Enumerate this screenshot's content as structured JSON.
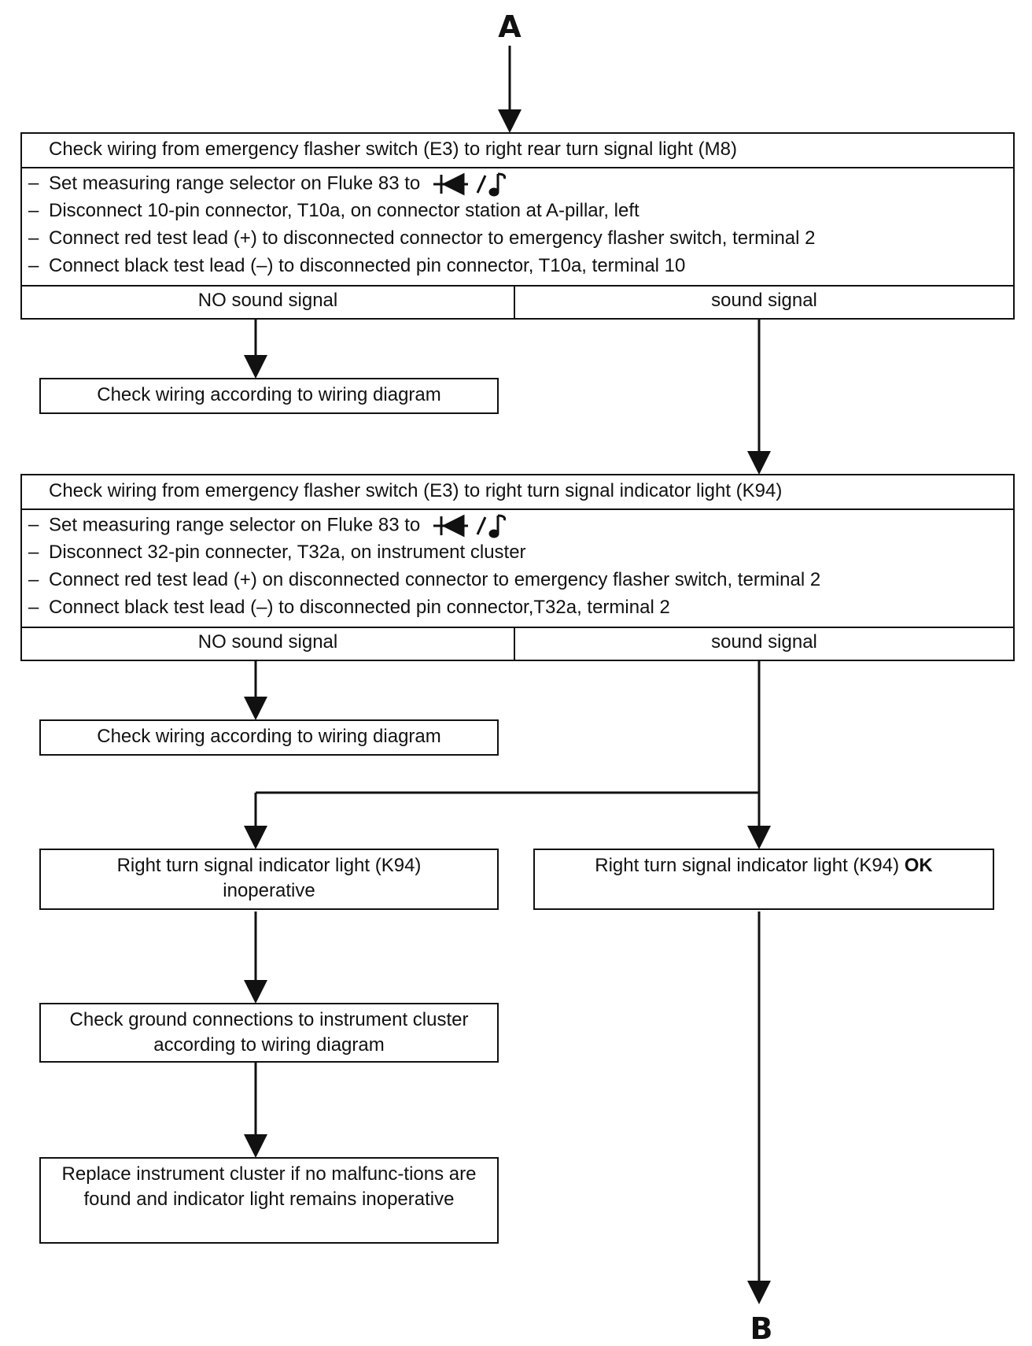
{
  "connectors": {
    "start": "A",
    "end": "B"
  },
  "meter_symbol_icon": "diode-continuity-beeper-icon",
  "step1": {
    "title": "Check wiring from emergency flasher switch (E3) to right rear turn signal light (M8)",
    "items": [
      "Set measuring range selector on Fluke 83 to",
      "Disconnect 10-pin connector, T10a, on connector station at A-pillar, left",
      "Connect red test lead (+) to disconnected connector to emergency flasher switch, terminal 2",
      "Connect black test lead (–) to disconnected pin connector, T10a, terminal 10"
    ],
    "outcome_no": "NO sound signal",
    "outcome_yes": "sound signal",
    "fail_action": "Check wiring according to wiring diagram"
  },
  "step2": {
    "title": "Check wiring from emergency flasher switch (E3) to right turn signal indicator light (K94)",
    "items": [
      "Set measuring range selector on Fluke 83 to",
      "Disconnect 32-pin connecter, T32a, on instrument cluster",
      "Connect red test lead (+) on disconnected connector to emergency flasher switch, terminal 2",
      "Connect black test lead (–) to disconnected pin connector,T32a, terminal 2"
    ],
    "outcome_no": "NO sound signal",
    "outcome_yes": "sound signal",
    "fail_action": "Check wiring according to wiring diagram"
  },
  "branch": {
    "inoperative": "Right turn signal indicator light (K94) inoperative",
    "ok_prefix": "Right turn signal indicator light (K94)",
    "ok_suffix": "OK",
    "check_ground": "Check ground connections to instrument cluster according to wiring diagram",
    "replace": "Replace instrument cluster if no malfunc-tions are found and indicator light remains inoperative"
  }
}
